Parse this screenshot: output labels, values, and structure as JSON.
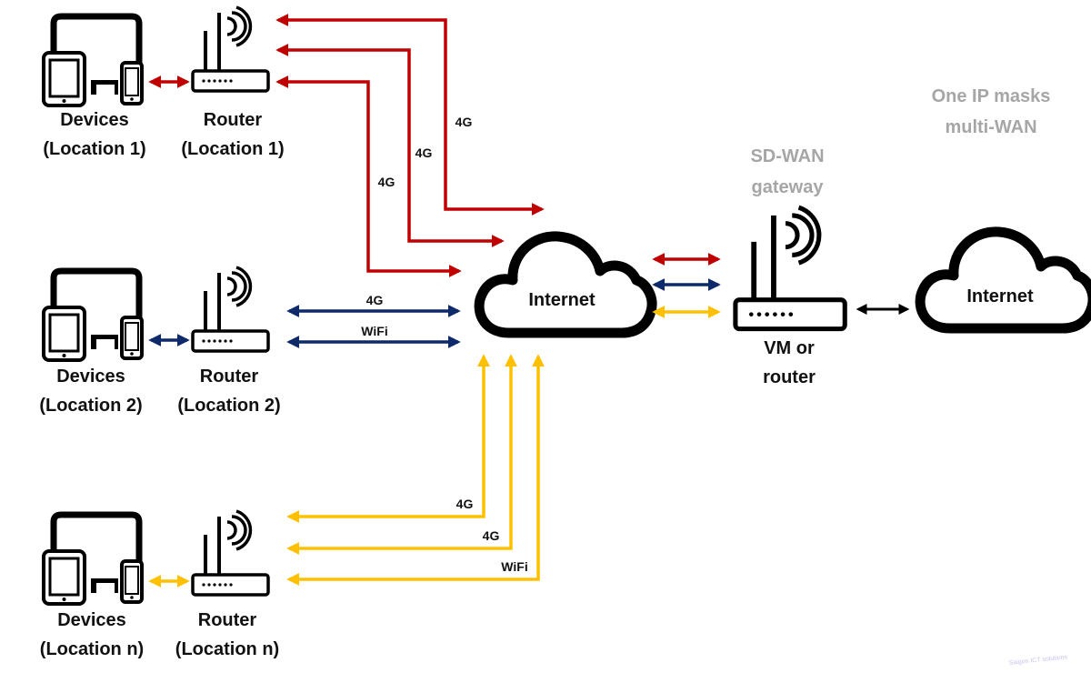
{
  "locations": [
    {
      "devices_label": "Devices",
      "devices_location": "(Location 1)",
      "router_label": "Router",
      "router_location": "(Location 1)"
    },
    {
      "devices_label": "Devices",
      "devices_location": "(Location 2)",
      "router_label": "Router",
      "router_location": "(Location 2)"
    },
    {
      "devices_label": "Devices",
      "devices_location": "(Location n)",
      "router_label": "Router",
      "router_location": "(Location n)"
    }
  ],
  "links": {
    "location1": [
      "4G",
      "4G",
      "4G"
    ],
    "location2": [
      "4G",
      "WiFi"
    ],
    "location_n": [
      "4G",
      "4G",
      "WiFi"
    ]
  },
  "internet_cloud_label": "Internet",
  "gateway": {
    "title_line1": "SD-WAN",
    "title_line2": "gateway",
    "device_line1": "VM or",
    "device_line2": "router"
  },
  "internet_cloud_right_label": "Internet",
  "note": {
    "line1": "One IP masks",
    "line2": "multi-WAN"
  },
  "watermark": "Saigon ICT solutions",
  "colors": {
    "location1": "#c00000",
    "location2": "#0f2a6b",
    "location_n": "#ffc000",
    "gateway_link": "#000000",
    "note_text": "#a6a6a6"
  },
  "icons": [
    "devices-icon",
    "router-icon",
    "cloud-icon"
  ]
}
